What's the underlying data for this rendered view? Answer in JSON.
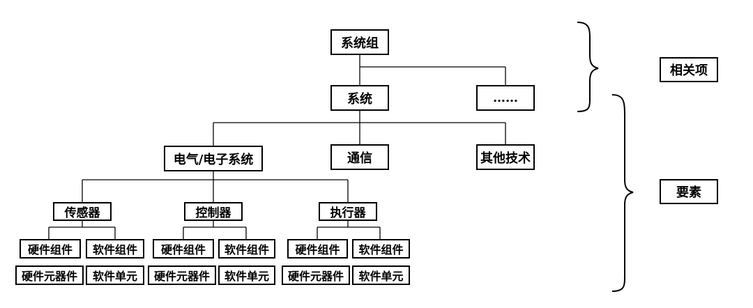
{
  "nodes": {
    "system_group": "系统组",
    "system": "系统",
    "ellipsis": "……",
    "elec": "电气/电子系统",
    "comm": "通信",
    "other": "其他技术",
    "sensor": "传感器",
    "controller": "控制器",
    "actuator": "执行器",
    "hw_component": "硬件组件",
    "sw_component": "软件组件",
    "hw_part": "硬件元器件",
    "sw_unit": "软件单元"
  },
  "labels": {
    "related_items": "相关项",
    "elements": "要素"
  }
}
